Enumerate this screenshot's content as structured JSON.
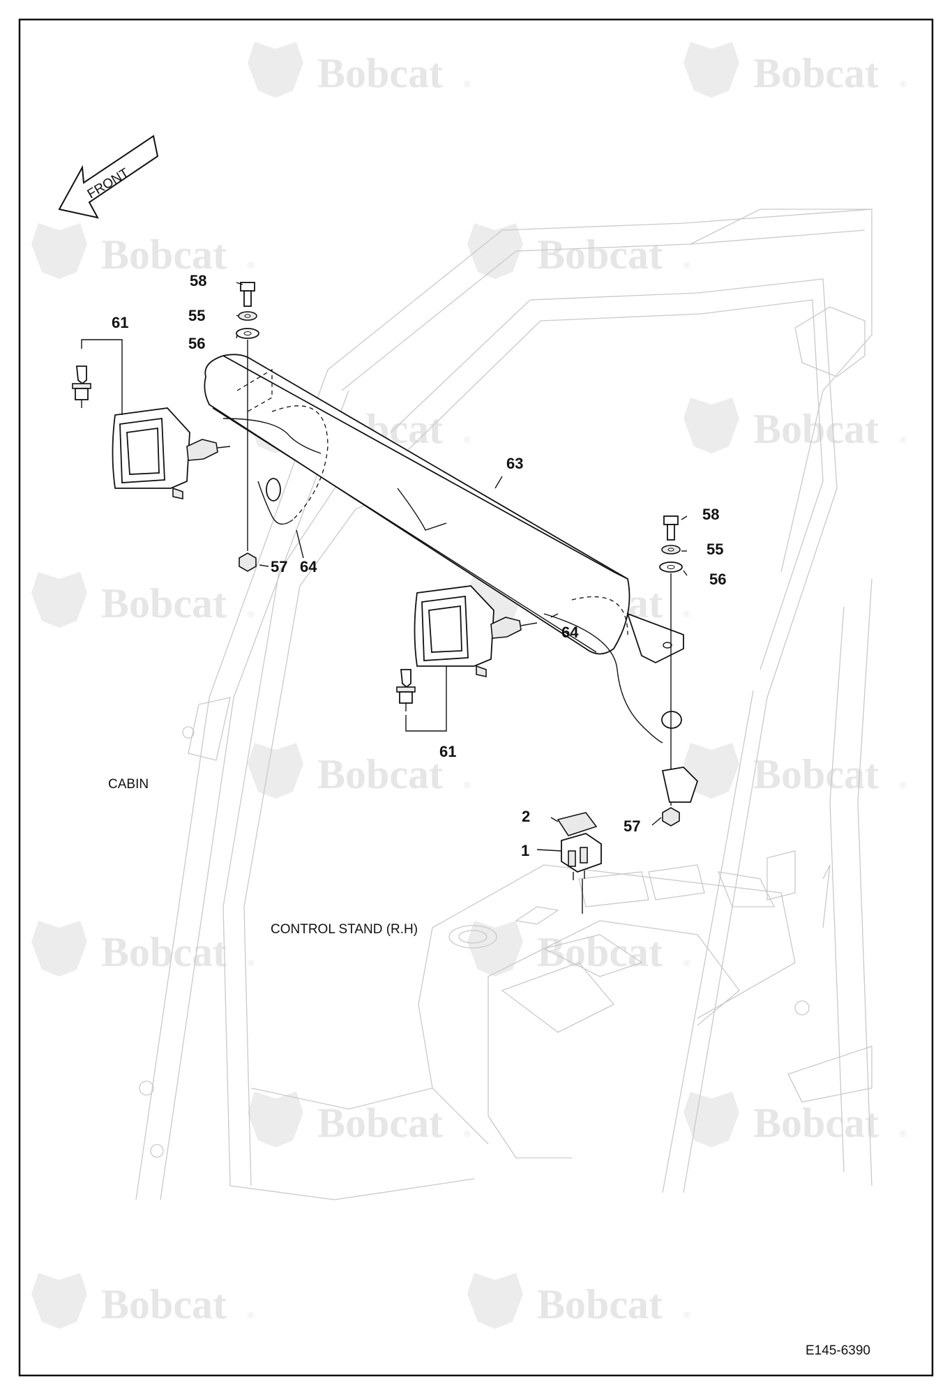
{
  "diagram": {
    "reference_code": "E145-6390",
    "front_arrow_label": "FRONT",
    "watermark_text": "Bobcat",
    "watermark_mark": "®",
    "area_labels": {
      "cabin": "CABIN",
      "control_stand": "CONTROL STAND (R.H)"
    },
    "callouts": {
      "c61a": "61",
      "c58a": "58",
      "c55a": "55",
      "c56a": "56",
      "c57a": "57",
      "c64a": "64",
      "c63": "63",
      "c58b": "58",
      "c55b": "55",
      "c56b": "56",
      "c64b": "64",
      "c61b": "61",
      "c2": "2",
      "c1": "1",
      "c57b": "57"
    },
    "colors": {
      "line": "#111111",
      "cabin_outline": "#c9c9c9",
      "watermark": "#e6e6e6"
    }
  }
}
